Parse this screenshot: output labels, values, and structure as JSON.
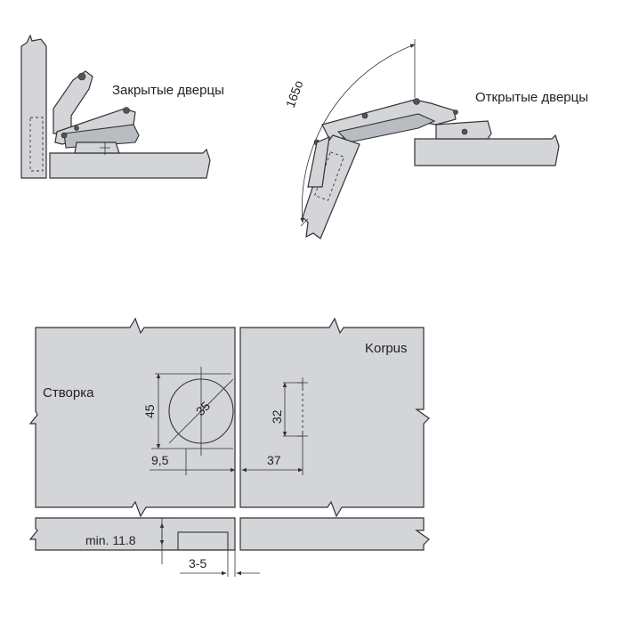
{
  "labels": {
    "closed_doors": "Закрытые дверцы",
    "open_doors": "Открытые дверцы",
    "opening_angle": "165o",
    "door_panel": "Створка",
    "cabinet_panel": "Korpus"
  },
  "dimensions": {
    "cup_height": "45",
    "cup_diameter": "35",
    "cup_offset": "9,5",
    "mount_spacing": "32",
    "mount_offset": "37",
    "min_thickness": "min. 11.8",
    "gap_range": "3-5"
  },
  "colors": {
    "panel_fill": "#d3d5d8",
    "outline": "#333333"
  }
}
